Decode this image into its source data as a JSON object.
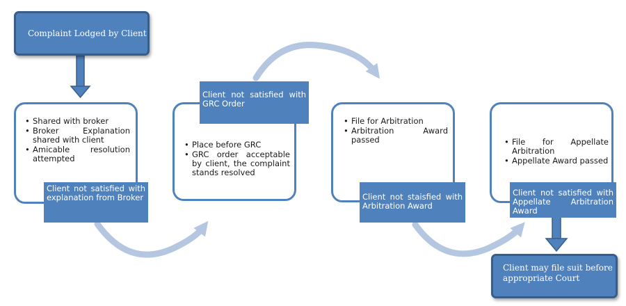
{
  "start": {
    "label": "Complaint Lodged by Client"
  },
  "stages": [
    {
      "bullets": [
        "Shared with broker",
        "Broker Explanation shared with client",
        "Amicable resolution attempted"
      ],
      "outcome": "Client not satisfied with explanation from Broker"
    },
    {
      "bullets": [
        "Place before GRC",
        "GRC order acceptable by client, the complaint stands resolved"
      ],
      "outcome": "Client not satisfied with GRC Order"
    },
    {
      "bullets": [
        "File for Arbitration",
        "Arbitration Award passed"
      ],
      "outcome": "Client not staisfied with Arbitration Award"
    },
    {
      "bullets": [
        "File for Appellate Arbitration",
        "Appellate Award passed"
      ],
      "outcome": "Client not satisfied with Appellate Arbitration Award"
    }
  ],
  "end": {
    "label": "Client may file suit before appropriate Court"
  },
  "colors": {
    "accent": "#4f81bd",
    "accent_dark": "#385d8a",
    "curved_arrow": "#b4c6e0"
  }
}
